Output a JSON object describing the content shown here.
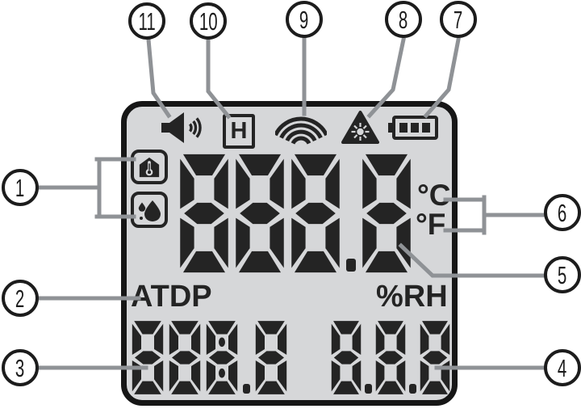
{
  "colors": {
    "page_bg": "#ffffff",
    "lcd_bg": "#d6d7d9",
    "panel_border": "#161616",
    "segment": "#242424",
    "label": "#242424",
    "leader": "#8f9296",
    "callout_border": "#1c1c1c",
    "callout_bg": "#ffffff"
  },
  "lcd": {
    "status_icons": [
      "speaker",
      "hold",
      "wireless-signal",
      "laser-warning",
      "battery-level"
    ],
    "hold_label": "H",
    "mode_icons": [
      "indoor-temperature",
      "humidity"
    ],
    "units": {
      "celsius": "°C",
      "fahrenheit": "°F"
    },
    "labels": {
      "left": "ATDP",
      "right": "%RH"
    },
    "main_display": {
      "digits": "8888",
      "decimal_after": [
        2
      ]
    },
    "sub_display_left": {
      "digits": "8888",
      "decimal_after": [
        2
      ],
      "colon_digit": 2
    },
    "sub_display_right": {
      "digits": "888",
      "decimal_after": [
        0,
        1
      ]
    }
  },
  "callouts": {
    "c1": "1",
    "c2": "2",
    "c3": "3",
    "c4": "4",
    "c5": "5",
    "c6": "6",
    "c7": "7",
    "c8": "8",
    "c9": "9",
    "c10": "10",
    "c11": "11"
  }
}
